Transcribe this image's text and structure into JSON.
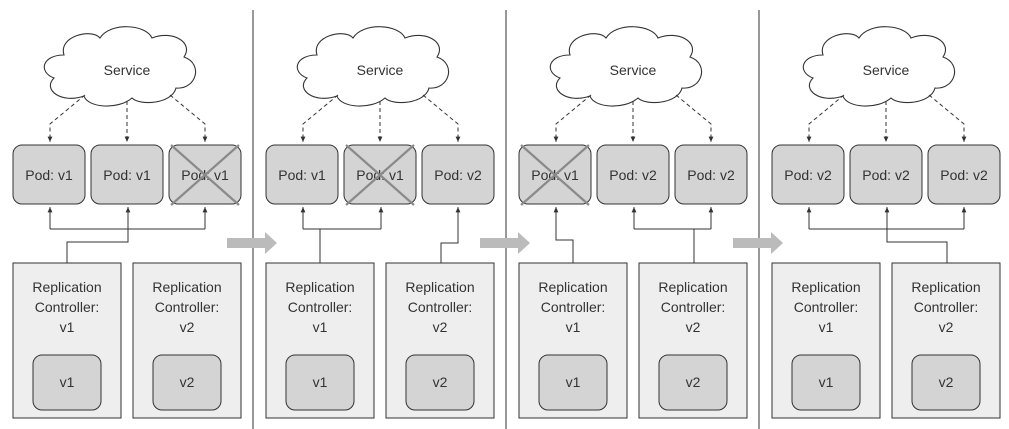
{
  "service_label": "Service",
  "panels": [
    {
      "pods": [
        {
          "label": "Pod: v1",
          "deleted": false
        },
        {
          "label": "Pod: v1",
          "deleted": false
        },
        {
          "label": "Pod: v1",
          "deleted": true
        }
      ],
      "controllers": [
        {
          "lines": [
            "Replication",
            "Controller:",
            "v1"
          ],
          "template": "v1"
        },
        {
          "lines": [
            "Replication",
            "Controller:",
            "v2"
          ],
          "template": "v2"
        }
      ]
    },
    {
      "pods": [
        {
          "label": "Pod: v1",
          "deleted": false
        },
        {
          "label": "Pod: v1",
          "deleted": true
        },
        {
          "label": "Pod: v2",
          "deleted": false
        }
      ],
      "controllers": [
        {
          "lines": [
            "Replication",
            "Controller:",
            "v1"
          ],
          "template": "v1"
        },
        {
          "lines": [
            "Replication",
            "Controller:",
            "v2"
          ],
          "template": "v2"
        }
      ]
    },
    {
      "pods": [
        {
          "label": "Pod: v1",
          "deleted": true
        },
        {
          "label": "Pod: v2",
          "deleted": false
        },
        {
          "label": "Pod: v2",
          "deleted": false
        }
      ],
      "controllers": [
        {
          "lines": [
            "Replication",
            "Controller:",
            "v1"
          ],
          "template": "v1"
        },
        {
          "lines": [
            "Replication",
            "Controller:",
            "v2"
          ],
          "template": "v2"
        }
      ]
    },
    {
      "pods": [
        {
          "label": "Pod: v2",
          "deleted": false
        },
        {
          "label": "Pod: v2",
          "deleted": false
        },
        {
          "label": "Pod: v2",
          "deleted": false
        }
      ],
      "controllers": [
        {
          "lines": [
            "Replication",
            "Controller:",
            "v1"
          ],
          "template": "v1"
        },
        {
          "lines": [
            "Replication",
            "Controller:",
            "v2"
          ],
          "template": "v2"
        }
      ]
    }
  ],
  "colors": {
    "pod_fill": "#d4d4d4",
    "controller_fill": "#eeeeee",
    "template_fill": "#d4d4d4",
    "stroke": "#444444",
    "arrow_gray": "#bbbbbb",
    "cross": "#8a8a8a"
  }
}
